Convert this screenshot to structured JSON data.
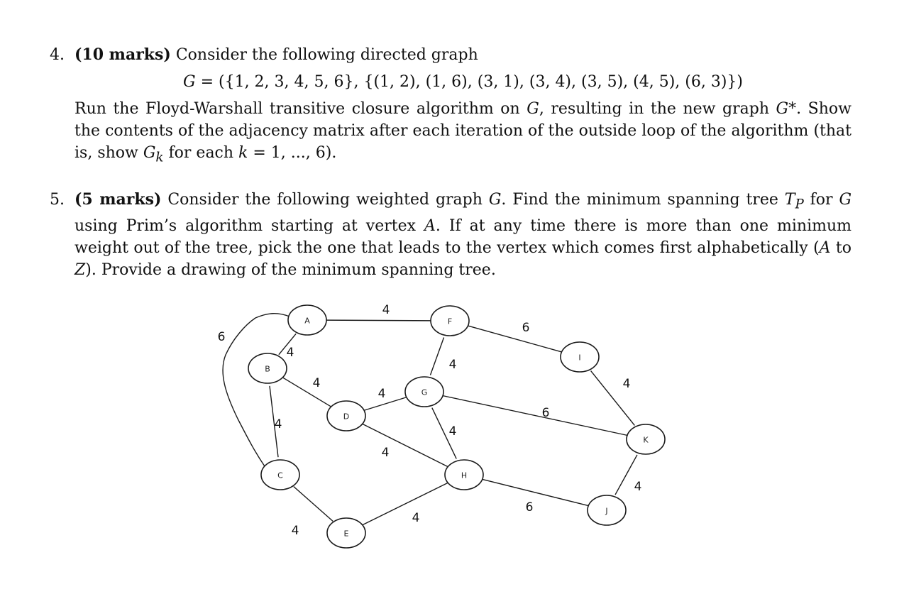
{
  "q4": {
    "number": "4.",
    "marks": "(10 marks)",
    "intro": " Consider the following directed graph",
    "formula_lhs": "G",
    "formula_rhs": " = ({1, 2, 3, 4, 5, 6}, {(1, 2), (1, 6), (3, 1), (3, 4), (3, 5), (4, 5), (6, 3)})",
    "para_1": "Run the Floyd-Warshall transitive closure algorithm on ",
    "var_G": "G",
    "para_2": ", resulting in the new graph ",
    "var_Gstar": "G*",
    "para_3": ". Show the contents of the adjacency matrix after each iteration of the outside loop of the algorithm (that is, show ",
    "var_Gk": "G",
    "var_k_sub": "k",
    "para_4": " for each ",
    "var_k": "k",
    "para_5": " = 1, ..., 6)."
  },
  "q5": {
    "number": "5.",
    "marks": "(5 marks)",
    "para_1": " Consider the following weighted graph ",
    "var_G": "G",
    "para_2": ". Find the minimum spanning tree ",
    "var_T": "T",
    "var_P_sub": "P",
    "para_3": " for ",
    "var_G2": "G",
    "para_4": " using Prim’s algorithm starting at vertex ",
    "var_A": "A",
    "para_5": ". If at any time there is more than one minimum weight out of the tree, pick the one that leads to the vertex which comes first alphabetically (",
    "var_A2": "A",
    "para_6": " to ",
    "var_Z": "Z",
    "para_7": "). Provide a drawing of the minimum spanning tree."
  },
  "graph": {
    "nodes": [
      {
        "id": "A",
        "label": "A"
      },
      {
        "id": "B",
        "label": "B"
      },
      {
        "id": "C",
        "label": "C"
      },
      {
        "id": "D",
        "label": "D"
      },
      {
        "id": "E",
        "label": "E"
      },
      {
        "id": "F",
        "label": "F"
      },
      {
        "id": "G",
        "label": "G"
      },
      {
        "id": "H",
        "label": "H"
      },
      {
        "id": "I",
        "label": "I"
      },
      {
        "id": "J",
        "label": "J"
      },
      {
        "id": "K",
        "label": "K"
      }
    ],
    "edges": [
      {
        "id": "A-F",
        "from": "A",
        "to": "F",
        "weight": "4"
      },
      {
        "id": "A-B",
        "from": "A",
        "to": "B",
        "weight": "4"
      },
      {
        "id": "A-C",
        "from": "A",
        "to": "C",
        "weight": "6"
      },
      {
        "id": "B-C",
        "from": "B",
        "to": "C",
        "weight": "4"
      },
      {
        "id": "B-D",
        "from": "B",
        "to": "D",
        "weight": "4"
      },
      {
        "id": "C-E",
        "from": "C",
        "to": "E",
        "weight": "4"
      },
      {
        "id": "D-G",
        "from": "D",
        "to": "G",
        "weight": "4"
      },
      {
        "id": "D-H",
        "from": "D",
        "to": "H",
        "weight": "4"
      },
      {
        "id": "E-H",
        "from": "E",
        "to": "H",
        "weight": "4"
      },
      {
        "id": "F-G",
        "from": "F",
        "to": "G",
        "weight": "4"
      },
      {
        "id": "F-I",
        "from": "F",
        "to": "I",
        "weight": "6"
      },
      {
        "id": "G-H",
        "from": "G",
        "to": "H",
        "weight": "4"
      },
      {
        "id": "G-K",
        "from": "G",
        "to": "K",
        "weight": "6"
      },
      {
        "id": "H-J",
        "from": "H",
        "to": "J",
        "weight": "6"
      },
      {
        "id": "I-K",
        "from": "I",
        "to": "K",
        "weight": "4"
      },
      {
        "id": "J-K",
        "from": "J",
        "to": "K",
        "weight": "4"
      }
    ]
  },
  "colors": {
    "text": "#111111",
    "stroke": "#1a1a1a",
    "node_fill": "#ffffff"
  }
}
